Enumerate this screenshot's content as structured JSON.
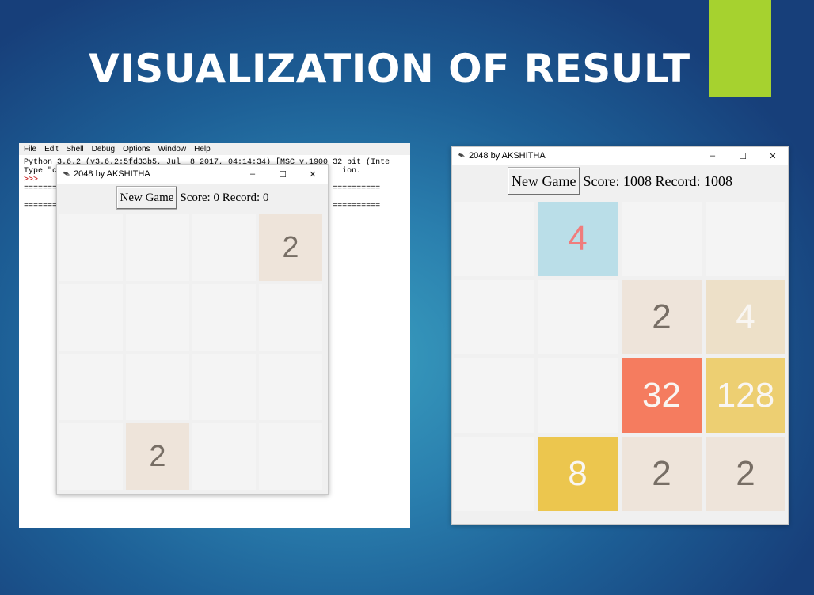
{
  "slide": {
    "title": "VISUALIZATION OF RESULT"
  },
  "colors": {
    "accent": "#a6d22f",
    "empty": "#f4f4f4",
    "tile2": "#eee4da",
    "tile4_light": "#ede0c8",
    "tile4_blue": "#badee8",
    "tile8": "#ecc64e",
    "tile32": "#f57c5f",
    "tile128": "#edcf72"
  },
  "shell": {
    "menu": [
      "File",
      "Edit",
      "Shell",
      "Debug",
      "Options",
      "Window",
      "Help"
    ],
    "lines": [
      "Python 3.6.2 (v3.6.2:5fd33b5, Jul  8 2017, 04:14:34) [MSC v.1900 32 bit (Inte",
      "Type \"c                                                            ion.",
      ">>>",
      "=======                                                   oce.py ==========",
      "",
      "=======                                                   oce.py =========="
    ]
  },
  "left_game": {
    "window_title": "2048 by AKSHITHA",
    "new_game_label": "New Game",
    "score_text": "Score: 0 Record: 0",
    "grid": [
      [
        0,
        0,
        0,
        2
      ],
      [
        0,
        0,
        0,
        0
      ],
      [
        0,
        0,
        0,
        0
      ],
      [
        0,
        2,
        0,
        0
      ]
    ]
  },
  "right_game": {
    "window_title": "2048 by AKSHITHA",
    "new_game_label": "New Game",
    "score_text": "Score: 1008 Record: 1008",
    "grid": [
      [
        0,
        4,
        0,
        0
      ],
      [
        0,
        0,
        2,
        4
      ],
      [
        0,
        0,
        32,
        128
      ],
      [
        0,
        8,
        2,
        2
      ]
    ]
  }
}
